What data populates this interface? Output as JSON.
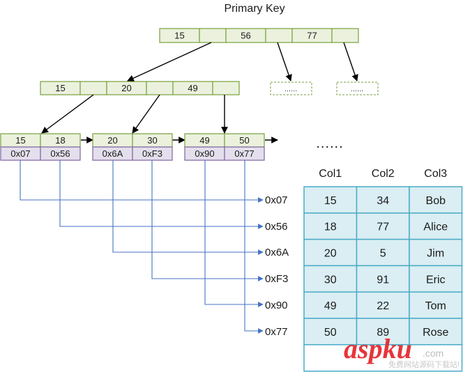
{
  "title": "Primary Key",
  "colors": {
    "node_fill": "#ebf1dd",
    "node_border": "#77a13d",
    "ptr_fill": "#e4dfec",
    "ptr_border": "#8064a2",
    "link": "#4472c4",
    "table_fill": "#daeef3",
    "table_border": "#4bacc6",
    "dashed": "#77a13d"
  },
  "root_node": [
    "15",
    "",
    "56",
    "",
    "77",
    ""
  ],
  "internal_node": [
    "15",
    "",
    "20",
    "",
    "49",
    ""
  ],
  "placeholders": [
    "......",
    "......"
  ],
  "leaves": [
    {
      "keys": [
        "15",
        "18"
      ],
      "ptrs": [
        "0x07",
        "0x56"
      ]
    },
    {
      "keys": [
        "20",
        "30"
      ],
      "ptrs": [
        "0x6A",
        "0xF3"
      ]
    },
    {
      "keys": [
        "49",
        "50"
      ],
      "ptrs": [
        "0x90",
        "0x77"
      ]
    }
  ],
  "ellipsis": "......",
  "addresses": [
    "0x07",
    "0x56",
    "0x6A",
    "0xF3",
    "0x90",
    "0x77"
  ],
  "table": {
    "columns": [
      "Col1",
      "Col2",
      "Col3"
    ],
    "rows": [
      [
        "15",
        "34",
        "Bob"
      ],
      [
        "18",
        "77",
        "Alice"
      ],
      [
        "20",
        "5",
        "Jim"
      ],
      [
        "30",
        "91",
        "Eric"
      ],
      [
        "49",
        "22",
        "Tom"
      ],
      [
        "50",
        "89",
        "Rose"
      ]
    ]
  },
  "watermark": {
    "brand": "aspku",
    "tld": ".com",
    "tagline": "免费网站源码下载站!"
  }
}
